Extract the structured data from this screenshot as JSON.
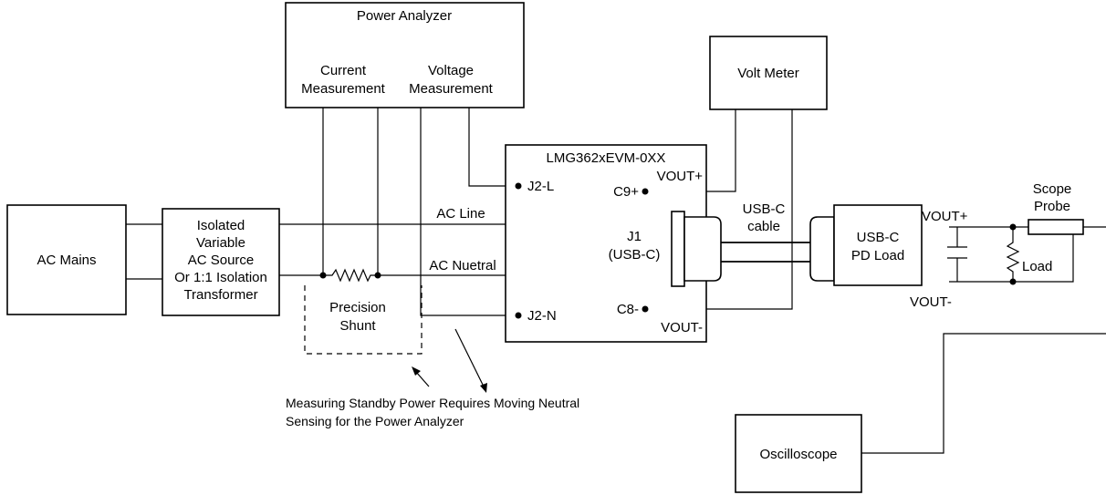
{
  "blocks": {
    "ac_mains": "AC Mains",
    "source_l1": "Isolated",
    "source_l2": "Variable",
    "source_l3": "AC Source",
    "source_l4": "Or 1:1 Isolation",
    "source_l5": "Transformer",
    "power_analyzer": "Power Analyzer",
    "current_l1": "Current",
    "current_l2": "Measurement",
    "voltage_l1": "Voltage",
    "voltage_l2": "Measurement",
    "volt_meter": "Volt Meter",
    "evm": "LMG362xEVM-0XX",
    "pd_load_l1": "USB-C",
    "pd_load_l2": "PD Load",
    "oscilloscope": "Oscilloscope"
  },
  "labels": {
    "ac_line": "AC Line",
    "ac_neutral": "AC Nuetral",
    "shunt_l1": "Precision",
    "shunt_l2": "Shunt",
    "j2l": "J2-L",
    "j2n": "J2-N",
    "c9": "C9+",
    "c8": "C8-",
    "vout_plus_evm": "VOUT+",
    "vout_minus_evm": "VOUT-",
    "j1_l1": "J1",
    "j1_l2": "(USB-C)",
    "cable_l1": "USB-C",
    "cable_l2": "cable",
    "vout_plus_out": "VOUT+",
    "vout_minus_out": "VOUT-",
    "load": "Load",
    "probe_l1": "Scope",
    "probe_l2": "Probe",
    "note_l1": "Measuring Standby Power Requires Moving Neutral",
    "note_l2": "Sensing for the Power Analyzer"
  }
}
